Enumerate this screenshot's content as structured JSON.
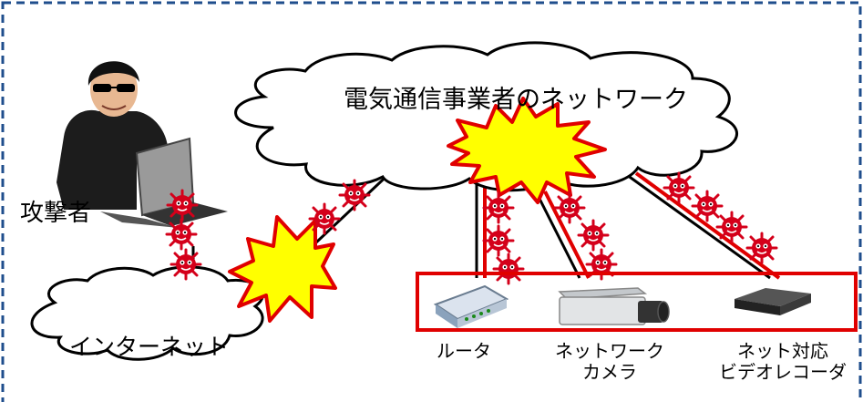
{
  "labels": {
    "telecom_network": "電気通信事業者のネットワーク",
    "internet": "インターネット",
    "attacker": "攻撃者",
    "router": "ルータ",
    "network_camera_line1": "ネットワーク",
    "network_camera_line2": "カメラ",
    "video_recorder_line1": "ネット対応",
    "video_recorder_line2": "ビデオレコーダ"
  },
  "colors": {
    "frame_border": "#1f4e8c",
    "highlight_box": "#e00000",
    "attack_path": "#e00000",
    "malware": "#d4001a",
    "explosion_fill": "#ffff00",
    "explosion_stroke": "#e00000",
    "cloud_stroke": "#000000"
  },
  "icons": [
    "hacker-figure",
    "laptop",
    "malware-bug",
    "explosion",
    "router-device",
    "network-camera-device",
    "video-recorder-device",
    "cloud"
  ]
}
